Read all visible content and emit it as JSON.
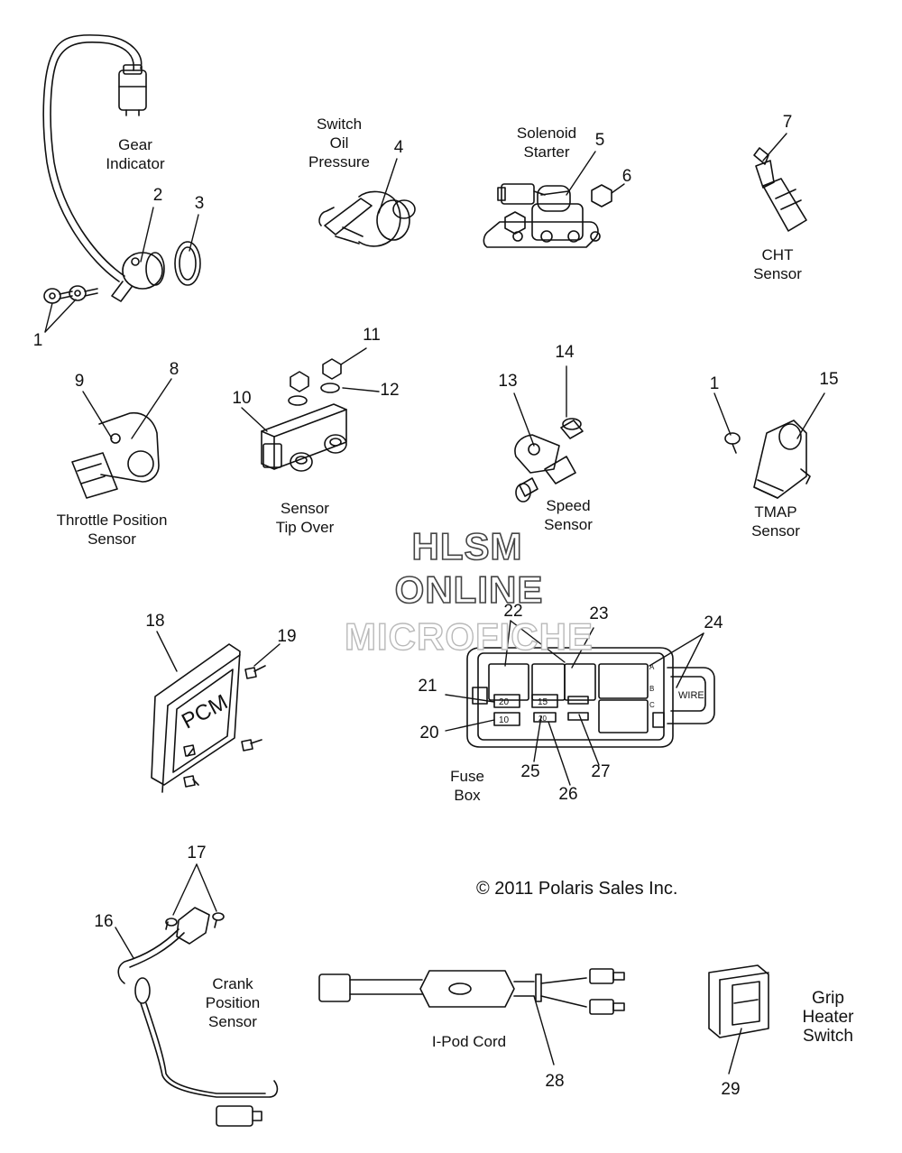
{
  "labels": {
    "gear_indicator": [
      "Gear",
      "Indicator"
    ],
    "oil_pressure_switch": [
      "Switch",
      "Oil",
      "Pressure"
    ],
    "starter_solenoid": [
      "Solenoid",
      "Starter"
    ],
    "cht_sensor": [
      "CHT",
      "Sensor"
    ],
    "throttle_position_sensor": [
      "Throttle Position",
      "Sensor"
    ],
    "tip_over_sensor": [
      "Sensor",
      "Tip Over"
    ],
    "speed_sensor": [
      "Speed",
      "Sensor"
    ],
    "tmap_sensor": [
      "TMAP",
      "Sensor"
    ],
    "fuse_box": [
      "Fuse",
      "Box"
    ],
    "crank_position_sensor": [
      "Crank",
      "Position",
      "Sensor"
    ],
    "ipod_cord": "I-Pod Cord",
    "grip_heater_switch": [
      "Grip",
      "Heater",
      "Switch"
    ]
  },
  "part_text": {
    "pcm": "PCM",
    "wire_tag": "WIRE",
    "fuse_values": [
      "20",
      "15",
      "10",
      "20"
    ],
    "relay_letters": [
      "A",
      "B",
      "C"
    ]
  },
  "callouts": [
    "1",
    "2",
    "3",
    "4",
    "5",
    "6",
    "7",
    "8",
    "9",
    "10",
    "11",
    "12",
    "13",
    "14",
    "15",
    "1",
    "16",
    "17",
    "18",
    "19",
    "20",
    "21",
    "22",
    "23",
    "24",
    "25",
    "26",
    "27",
    "28",
    "29"
  ],
  "watermark": [
    "HLSM",
    "ONLINE",
    "MICROFICHE"
  ],
  "copyright": "© 2011 Polaris Sales Inc.",
  "colors": {
    "line": "#111111",
    "watermark_dark": "#444444",
    "watermark_light": "#b9b9b9"
  }
}
